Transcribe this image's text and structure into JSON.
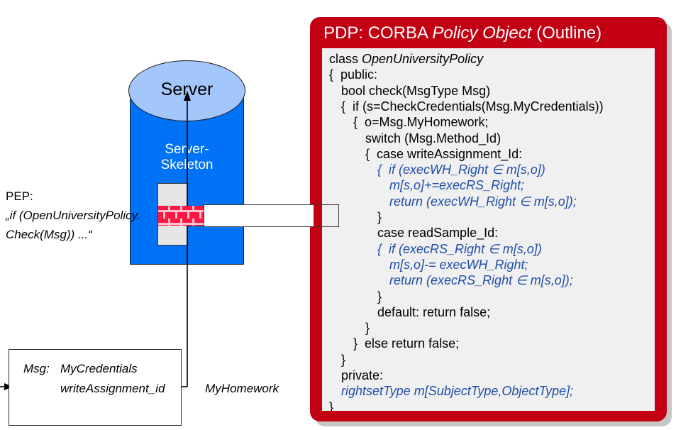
{
  "diagram": {
    "server": {
      "cap_label": "Server",
      "skeleton_label_line1": "Server-",
      "skeleton_label_line2": "Skeleton",
      "body_color": "#0072F5",
      "cap_color": "#A3C6FB",
      "firewall_color": "#FF1744"
    },
    "pep": {
      "label": "PEP:",
      "quote_line1": "„if (OpenUniversityPolicy.",
      "quote_line2": "Check(Msg)) ...“"
    },
    "msg_box": {
      "label": "Msg:",
      "fields": [
        "MyCredentials",
        "writeAssignment_id",
        "MyHomework"
      ]
    }
  },
  "pdp": {
    "title_plain_1": "PDP: CORBA ",
    "title_italic": "Policy Object",
    "title_plain_2": " (Outline)",
    "panel_color": "#C30013",
    "code_bg": "#f0f0f0",
    "blue_color": "#1F4EA8",
    "code_lines": [
      {
        "indent": 0,
        "text": "class ",
        "italic_tail": "OpenUniversityPolicy",
        "style": "black"
      },
      {
        "indent": 0,
        "text": "{  public:",
        "style": "black"
      },
      {
        "indent": 1,
        "text": "bool check(MsgType Msg)",
        "style": "black"
      },
      {
        "indent": 1,
        "text": "{  if (s=CheckCredentials(Msg.MyCredentials))",
        "style": "black"
      },
      {
        "indent": 2,
        "text": "{  o=Msg.MyHomework;",
        "style": "black"
      },
      {
        "indent": 3,
        "text": "switch (Msg.Method_Id)",
        "style": "black"
      },
      {
        "indent": 3,
        "text": "{  case writeAssignment_Id:",
        "style": "black"
      },
      {
        "indent": 4,
        "text": "{  if (execWH_Right ∈ m[s,o])",
        "style": "blue"
      },
      {
        "indent": 5,
        "text": "m[s,o]+=execRS_Right;",
        "style": "blue"
      },
      {
        "indent": 5,
        "text": "return (execWH_Right ∈ m[s,o]);",
        "style": "blue"
      },
      {
        "indent": 4,
        "text": "}",
        "style": "black"
      },
      {
        "indent": 4,
        "text": "case readSample_Id:",
        "style": "black"
      },
      {
        "indent": 4,
        "text": "{  if (execRS_Right ∈ m[s,o])",
        "style": "blue"
      },
      {
        "indent": 5,
        "text": "m[s,o]-= execWH_Right;",
        "style": "blue"
      },
      {
        "indent": 5,
        "text": "return (execRS_Right ∈ m[s,o]);",
        "style": "blue"
      },
      {
        "indent": 4,
        "text": "}",
        "style": "black"
      },
      {
        "indent": 4,
        "text": "default: return false;",
        "style": "black"
      },
      {
        "indent": 3,
        "text": "}",
        "style": "black"
      },
      {
        "indent": 2,
        "text": "}  else return false;",
        "style": "black"
      },
      {
        "indent": 1,
        "text": "}",
        "style": "black"
      },
      {
        "indent": 1,
        "text": "private:",
        "style": "black"
      },
      {
        "indent": 1,
        "text": "rightsetType m[SubjectType,ObjectType];",
        "style": "blue"
      },
      {
        "indent": 0,
        "text": "}",
        "style": "black"
      }
    ]
  }
}
